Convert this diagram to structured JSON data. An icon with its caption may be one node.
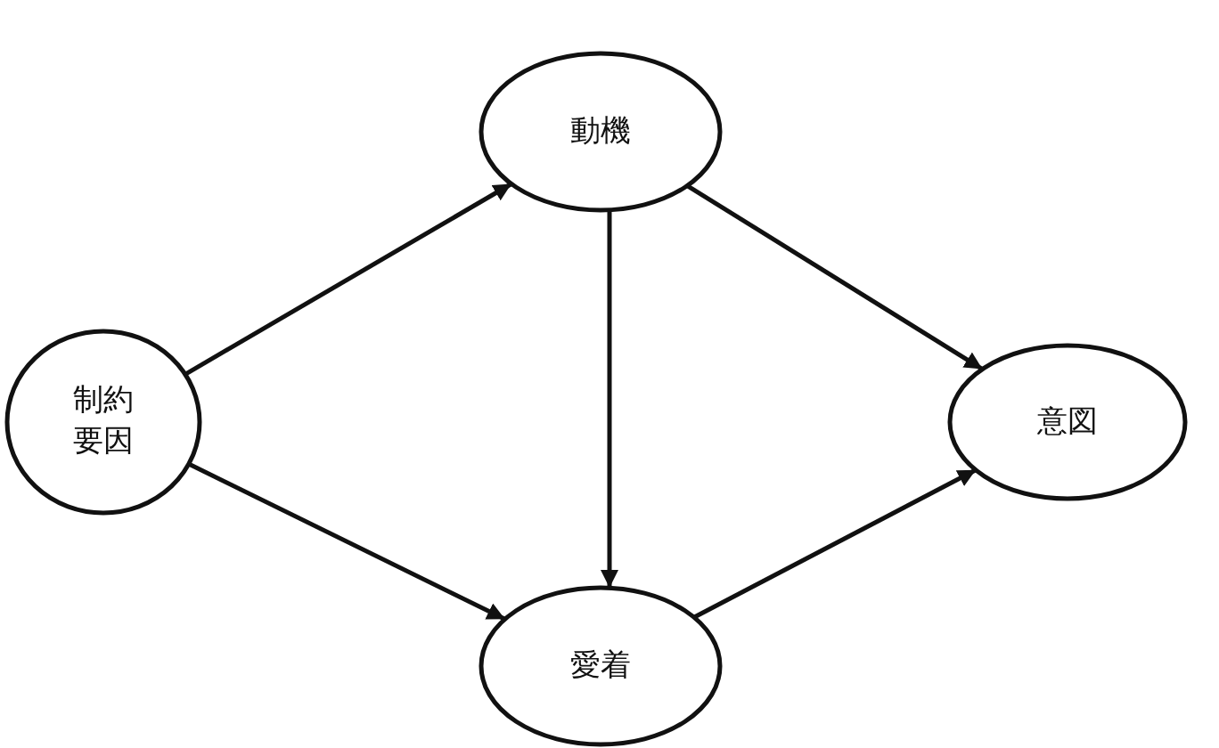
{
  "diagram": {
    "nodes": [
      {
        "text": [
          "制約要因"
        ]
      },
      {
        "text": [
          "動機"
        ]
      },
      {
        "text": [
          "愛着"
        ]
      },
      {
        "text": [
          "意図"
        ]
      }
    ],
    "edges": [
      {
        "from": 0,
        "to": 1,
        "arrow": "to"
      },
      {
        "from": 0,
        "to": 2,
        "arrow": "to"
      },
      {
        "from": 1,
        "to": 2,
        "arrow": "to"
      },
      {
        "from": 1,
        "to": 3,
        "arrow": "to"
      },
      {
        "from": 2,
        "to": 3,
        "arrow": "to"
      }
    ]
  }
}
